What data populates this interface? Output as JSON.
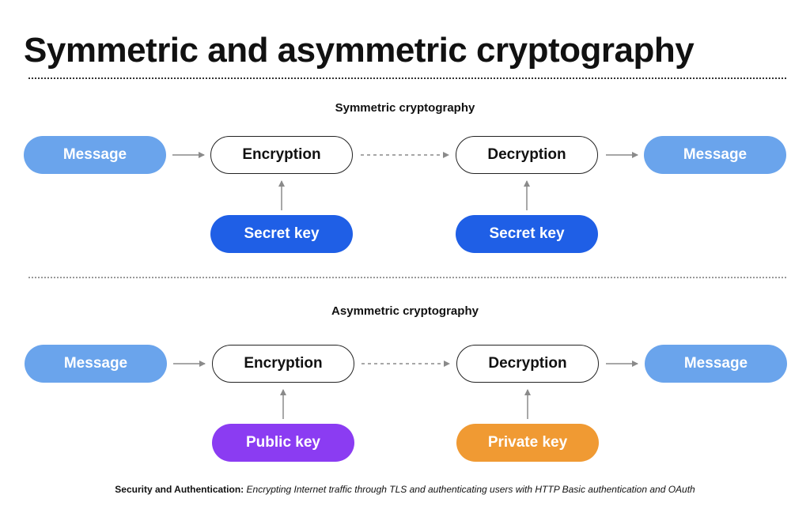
{
  "title": "Symmetric and asymmetric cryptography",
  "symmetric": {
    "heading": "Symmetric cryptography",
    "input_message": "Message",
    "encryption": "Encryption",
    "decryption": "Decryption",
    "output_message": "Message",
    "encryption_key": "Secret key",
    "decryption_key": "Secret key"
  },
  "asymmetric": {
    "heading": "Asymmetric cryptography",
    "input_message": "Message",
    "encryption": "Encryption",
    "decryption": "Decryption",
    "output_message": "Message",
    "encryption_key": "Public key",
    "decryption_key": "Private key"
  },
  "footer": {
    "label": "Security and Authentication:",
    "text": "Encrypting Internet traffic through TLS and authenticating users with HTTP Basic authentication and OAuth"
  },
  "colors": {
    "message": "#6aa4ec",
    "secret_key": "#1f5fe6",
    "public_key": "#8b3cf2",
    "private_key": "#f09a33",
    "arrow": "#8a8a8a"
  }
}
